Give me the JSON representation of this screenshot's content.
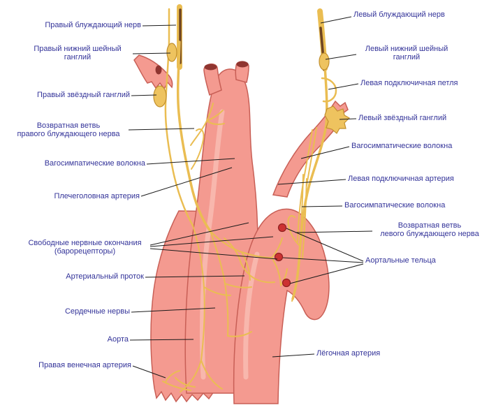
{
  "diagram": {
    "kind": "anatomical-diagram"
  },
  "colors": {
    "vessel-fill": "#f49a90",
    "vessel-stroke": "#c85f56",
    "vessel-light": "#f9beb4",
    "nerve": "#eabd52",
    "nerve-dark": "#c2902e",
    "ganglion": "#eec35f",
    "nerve-core": "#6e4423",
    "cut-face": "#8f3530",
    "aortic-body": "#cc3232",
    "label-text": "#333399",
    "leader": "#1a1a1a",
    "background": "#ffffff"
  },
  "labels": {
    "left": [
      {
        "text": "Правый блуждающий нерв"
      },
      {
        "text": "Правый нижний шейный\nганглий"
      },
      {
        "text": "Правый звёздный ганглий"
      },
      {
        "text": "Возвратная ветвь\nправого блуждающего нерва"
      },
      {
        "text": "Вагосимпатические волокна"
      },
      {
        "text": "Плечеголовная артерия"
      },
      {
        "text": "Свободные нервные окончания\n(барорецепторы)"
      },
      {
        "text": "Артериальный проток"
      },
      {
        "text": "Сердечные нервы"
      },
      {
        "text": "Аорта"
      },
      {
        "text": "Правая венечная артерия"
      }
    ],
    "right": [
      {
        "text": "Левый блуждающий нерв"
      },
      {
        "text": "Левый нижний шейный\nганглий"
      },
      {
        "text": "Левая подключичная петля"
      },
      {
        "text": "Левый звёздный ганглий"
      },
      {
        "text": "Вагосимпатические волокна"
      },
      {
        "text": "Левая подключичная артерия"
      },
      {
        "text": "Вагосимпатические волокна"
      },
      {
        "text": "Возвратная ветвь\nлевого блуждающего нерва"
      },
      {
        "text": "Аортальные тельца"
      },
      {
        "text": "Лёгочная артерия"
      }
    ]
  }
}
